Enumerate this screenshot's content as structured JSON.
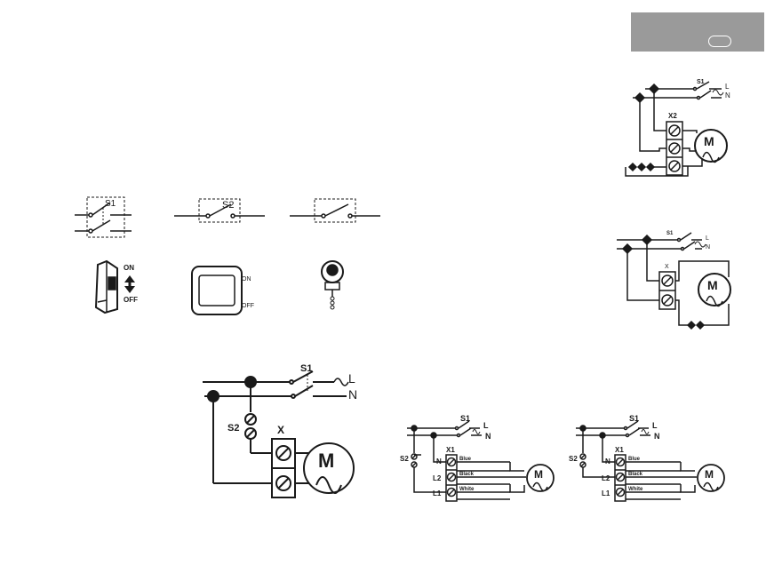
{
  "header": {
    "bg_color": "#9a9a9a",
    "pill_color": "#ffffff"
  },
  "symbols": {
    "switch_s1": "S1",
    "switch_s2": "S2",
    "rocker_on": "ON",
    "rocker_off": "OFF",
    "panel_on": "ON",
    "panel_off": "OFF"
  },
  "wiring_main": {
    "s1": "S1",
    "s2": "S2",
    "x": "X",
    "l": "L",
    "n": "N",
    "m": "M"
  },
  "wiring_top_right": {
    "s1": "S1",
    "x2": "X2",
    "l": "L",
    "n": "N",
    "m": "M"
  },
  "wiring_mid_right": {
    "s1": "S1",
    "x": "X",
    "l": "L",
    "n": "N",
    "m": "M"
  },
  "wiring_bottom_left": {
    "s1": "S1",
    "s2": "S2",
    "x1": "X1",
    "l": "L",
    "n": "N",
    "m": "M",
    "term_n": "N",
    "term_l2": "L2",
    "term_l1": "L1",
    "wire_blue": "Blue",
    "wire_black": "Black",
    "wire_white": "White"
  },
  "wiring_bottom_right": {
    "s1": "S1",
    "s2": "S2",
    "x1": "X1",
    "l": "L",
    "n": "N",
    "m": "M",
    "term_n": "N",
    "term_l2": "L2",
    "term_l1": "L1",
    "wire_blue": "Blue",
    "wire_black": "Black",
    "wire_white": "White"
  }
}
